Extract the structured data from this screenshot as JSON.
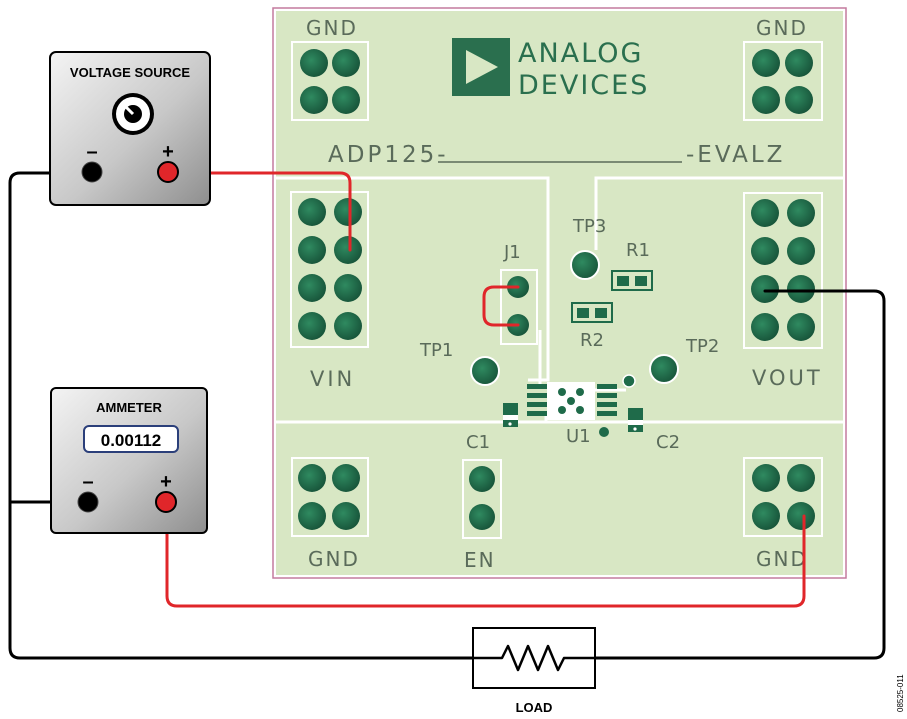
{
  "board": {
    "logo_line1": "ANALOG",
    "logo_line2": "DEVICES",
    "part_prefix": "ADP125-",
    "part_suffix": "-EVALZ",
    "labels": {
      "gnd_top_left": "GND",
      "gnd_top_right": "GND",
      "vin": "VIN",
      "vout": "VOUT",
      "gnd_bottom_left": "GND",
      "en": "EN",
      "gnd_bottom_right": "GND",
      "j1": "J1",
      "tp1": "TP1",
      "tp2": "TP2",
      "tp3": "TP3",
      "r1": "R1",
      "r2": "R2",
      "c1": "C1",
      "c2": "C2",
      "u1": "U1"
    }
  },
  "voltage_source": {
    "title": "VOLTAGE SOURCE",
    "minus": "–",
    "plus": "+"
  },
  "ammeter": {
    "title": "AMMETER",
    "reading": "0.00112",
    "minus": "–",
    "plus": "+"
  },
  "load": {
    "label": "LOAD"
  },
  "figure_id": "08525-011",
  "colors": {
    "board_fill": "#d8e7c4",
    "board_border": "#c47a9e",
    "pad": "#1f6b4a",
    "logo": "#2a6f4e",
    "wire_red": "#e0262a",
    "wire_black": "#000000"
  }
}
